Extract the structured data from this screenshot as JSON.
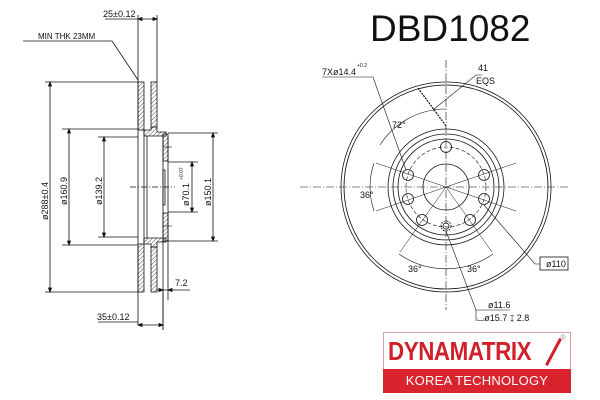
{
  "header": {
    "part_number": "DBD1082"
  },
  "side_view": {
    "total_thickness": "25±0.12",
    "min_thickness_label": "MIN THK 23MM",
    "outer_diameter": "ø288±0.4",
    "inner_friction_diameter": "ø160.9",
    "hat_inner_diameter": "ø139.2",
    "center_bore": "ø70.1",
    "center_bore_tol_upper": "+0.07",
    "center_bore_tol_lower": "0",
    "hat_outer_diameter": "ø150.1",
    "hub_thickness": "7.2",
    "overall_height": "35±0.12"
  },
  "front_view": {
    "bolt_holes": "7Xø14.4",
    "bolt_hole_tol_upper": "+0.2",
    "bolt_hole_tol_lower": "0",
    "vents_count": "41",
    "vents_spacing": "EQS",
    "angle_top": "72°",
    "angle_left": "36°",
    "angle_bottom_left": "36°",
    "angle_bottom_right": "36°",
    "pcd": "ø110",
    "locator_hole": "ø11.6",
    "counterbore": "⌴ø15.7 ↧ 2.8"
  },
  "logo": {
    "brand": "DYNAMATRIX",
    "registered": "®",
    "tagline": "KOREA TECHNOLOGY",
    "brand_color": "#d0202a",
    "band_color": "#d9232e"
  }
}
